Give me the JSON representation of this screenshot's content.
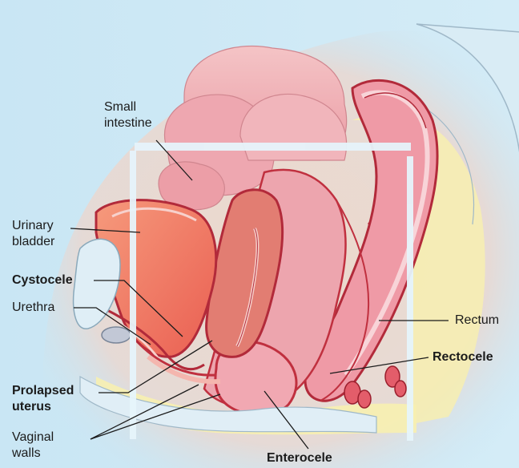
{
  "labels": {
    "small_intestine": [
      "Small",
      "intestine"
    ],
    "urinary_bladder": [
      "Urinary",
      "bladder"
    ],
    "cystocele": "Cystocele",
    "urethra": "Urethra",
    "prolapsed_uterus": [
      "Prolapsed",
      "uterus"
    ],
    "vaginal_walls": [
      "Vaginal",
      "walls"
    ],
    "enterocele": "Enterocele",
    "rectum": "Rectum",
    "rectocele": "Rectocele"
  },
  "colors": {
    "background": "#c9e6f4",
    "intestine": "#eeaab2",
    "bladder": "#f07b63",
    "uterus": "#e27d72",
    "tissue_outline": "#b22a3a",
    "fat": "#f7efb0",
    "leader_line": "#1b1b1b"
  }
}
